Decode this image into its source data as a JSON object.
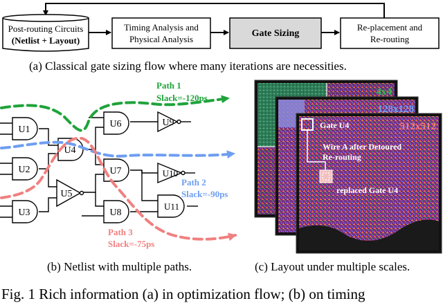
{
  "flow": {
    "box1_line1": "Post-routing Circuits",
    "box1_line2": "(Netlist + Layout)",
    "box2_line1": "Timing Analysis and",
    "box2_line2": "Physical Analysis",
    "box3": "Gate Sizing",
    "box4_line1": "Re-placement and",
    "box4_line2": "Re-routing"
  },
  "captions": {
    "a": "(a) Classical gate sizing flow where many iterations are necessities.",
    "b": "(b) Netlist with multiple paths.",
    "c": "(c) Layout under multiple scales.",
    "figure": "Fig. 1 Rich information (a) in optimization flow; (b) on timing"
  },
  "netlist": {
    "gates": [
      "U1",
      "U2",
      "U3",
      "U4",
      "U5",
      "U6",
      "U7",
      "U8",
      "U9",
      "U10",
      "U11"
    ],
    "path1_label": "Path 1",
    "path1_slack": "Slack=-120ps",
    "path2_label": "Path 2",
    "path2_slack": "Slack=-90ps",
    "path3_label": "Path 3",
    "path3_slack": "Slack=-75ps",
    "colors": {
      "path1": "#1fa33a",
      "path2": "#6e9ef0",
      "path3": "#f08080"
    }
  },
  "layout": {
    "scale1": "4x4",
    "scale2": "128x128",
    "scale3": "512x512",
    "gate_label": "Gate U4",
    "wire_line1": "Wire A after Detoured",
    "wire_line2": "Re-routing",
    "replaced_label": "replaced Gate U4"
  }
}
